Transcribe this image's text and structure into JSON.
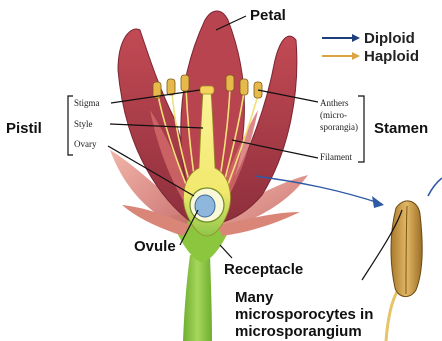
{
  "labels": {
    "petal": "Petal",
    "pistil": "Pistil",
    "stigma": "Stigma",
    "style": "Style",
    "ovary": "Ovary",
    "anthers_line1": "Anthers",
    "anthers_line2": "(micro-",
    "anthers_line3": "sporangia)",
    "filament": "Filament",
    "stamen": "Stamen",
    "ovule": "Ovule",
    "receptacle": "Receptacle",
    "caption_line1": "Many",
    "caption_line2": "microsporocytes in",
    "caption_line3": "microsporangium"
  },
  "legend": {
    "diploid": "Diploid",
    "haploid": "Haploid",
    "diploid_color": "#1f3f7a",
    "haploid_color": "#d9a441"
  },
  "colors": {
    "petal_red": "#b6404c",
    "petal_light": "#e49a8e",
    "pistil_yellow": "#f4ec7a",
    "pistil_green": "#7ec04a",
    "stem_green": "#8cc63f",
    "ovule_blue": "#8fb7dd",
    "stamen_tan": "#c79a4a"
  }
}
